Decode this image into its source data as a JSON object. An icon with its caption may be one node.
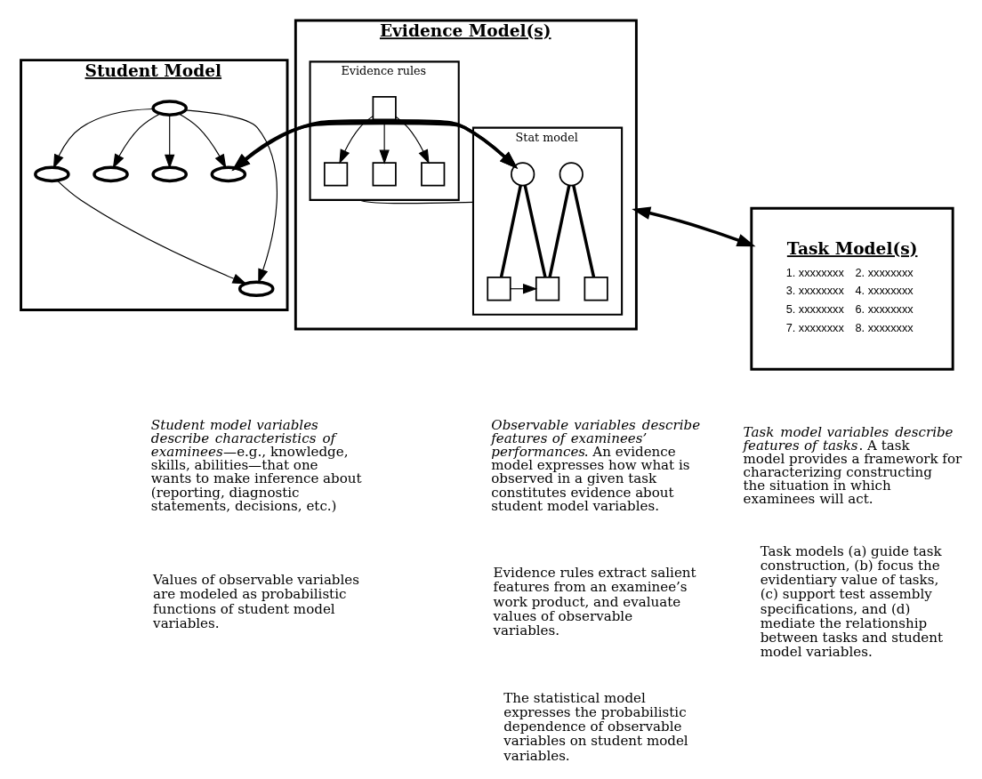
{
  "diagram": {
    "nodes": [
      {
        "text": [
          "Student Model"
        ]
      },
      {
        "text": [],
        "shape": "ellipse",
        "in": 0
      },
      {
        "text": [],
        "shape": "ellipse",
        "in": 0
      },
      {
        "text": [],
        "shape": "ellipse",
        "in": 0
      },
      {
        "text": [],
        "shape": "ellipse",
        "in": 0
      },
      {
        "text": [],
        "shape": "ellipse",
        "in": 0
      },
      {
        "text": [],
        "shape": "ellipse",
        "in": 0
      },
      {
        "text": [
          "Evidence Model(s)"
        ]
      },
      {
        "text": [
          "Stat model"
        ],
        "in": 7
      },
      {
        "text": [],
        "shape": "circle",
        "in": 8
      },
      {
        "text": [],
        "shape": "circle",
        "in": 8
      },
      {
        "text": [],
        "shape": "box",
        "in": 8
      },
      {
        "text": [],
        "shape": "box",
        "in": 8
      },
      {
        "text": [],
        "shape": "box",
        "in": 8
      },
      {
        "text": [
          "Evidence rules"
        ],
        "in": 7
      },
      {
        "text": [],
        "shape": "box",
        "in": 14
      },
      {
        "text": [],
        "shape": "box",
        "in": 14
      },
      {
        "text": [],
        "shape": "box",
        "in": 14
      },
      {
        "text": [],
        "shape": "box",
        "in": 14
      },
      {
        "text": [
          "Task Model(s)",
          "1. xxxxxxxx",
          "2. xxxxxxxx",
          "3. xxxxxxxx",
          "4. xxxxxxxx",
          "5. xxxxxxxx",
          "6. xxxxxxxx",
          "7. xxxxxxxx",
          "8. xxxxxxxx"
        ]
      }
    ],
    "labels": [
      "*Student model variables describe characteristics of examinees*—e.g., knowledge, skills, abilities—that one wants to make inference about (reporting, diagnostic statements, decisions, etc.)",
      "Values of observable variables are modeled as probabilistic functions of student model variables.",
      "*Observable variables describe features of examinees’ performances*. An evidence model expresses how what is observed in a given task constitutes evidence about student model variables.",
      "Evidence rules extract salient features from an examinee’s work product, and evaluate values of observable variables.",
      "The statistical model expresses the probabilistic dependence of observable variables on student model variables.",
      "*Task model variables describe features of tasks*. A task model provides a framework for characterizing constructing the situation in which examinees will act.",
      "Task models (a) guide task construction, (b) focus the evidentiary value of tasks, (c) support test assembly specifications, and (d) mediate the relationship between tasks and student model variables."
    ],
    "edges": [
      {
        "from": 2,
        "to": 1,
        "arrow": "to"
      },
      {
        "from": 2,
        "to": 3,
        "arrow": "to"
      },
      {
        "from": 2,
        "to": 4,
        "arrow": "to"
      },
      {
        "from": 2,
        "to": 5,
        "arrow": "to"
      },
      {
        "from": 5,
        "to": 6,
        "arrow": "to"
      },
      {
        "from": 2,
        "to": 6,
        "arrow": "to"
      },
      {
        "from": 9,
        "to": 11,
        "arrow": "none",
        "style": "thick"
      },
      {
        "from": 9,
        "to": 12,
        "arrow": "none",
        "style": "thick"
      },
      {
        "from": 10,
        "to": 12,
        "arrow": "none",
        "style": "thick"
      },
      {
        "from": 10,
        "to": 13,
        "arrow": "none",
        "style": "thick"
      },
      {
        "from": 11,
        "to": 12,
        "arrow": "to"
      },
      {
        "from": 18,
        "to": 15,
        "arrow": "to"
      },
      {
        "from": 18,
        "to": 16,
        "arrow": "to"
      },
      {
        "from": 18,
        "to": 17,
        "arrow": "to"
      },
      {
        "from": 8,
        "to": 14,
        "arrow": "none"
      },
      {
        "from": 0,
        "to": 7,
        "arrow": "both",
        "style": "thick"
      },
      {
        "from": 7,
        "to": 19,
        "arrow": "both",
        "style": "thick"
      }
    ]
  }
}
